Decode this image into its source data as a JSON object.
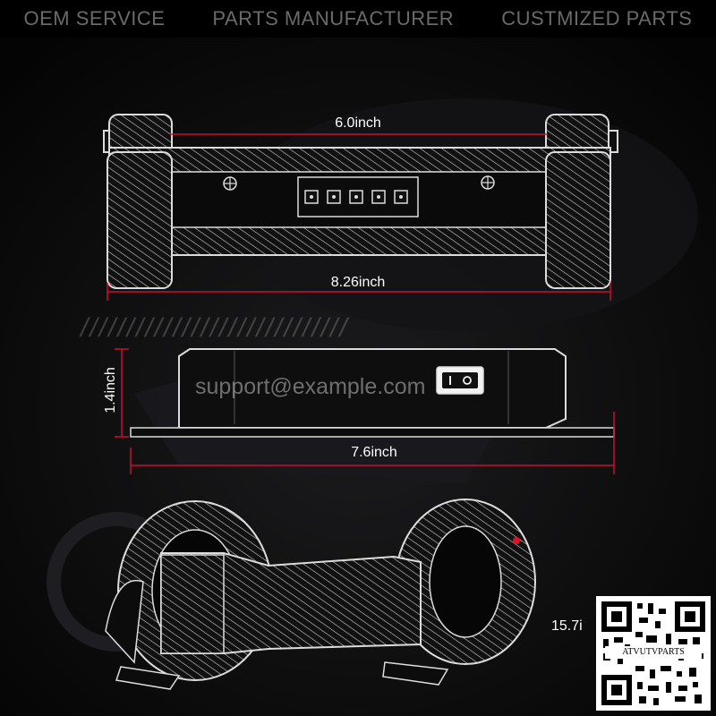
{
  "banner": {
    "items": [
      "OEM SERVICE",
      "PARTS MANUFACTURER",
      "CUSTMIZED PARTS"
    ]
  },
  "dimensions": {
    "top_inner_width": "6.0inch",
    "top_outer_width": "8.26inch",
    "side_height": "1.4inch",
    "side_length": "7.6inch",
    "strap_length_partial": "15.7i"
  },
  "watermark": {
    "email": "support@example.com",
    "qr_label": "ATVUTVPARTS"
  },
  "colors": {
    "background": "#000000",
    "outline": "#dcdcdc",
    "dimension_line": "#c8102e",
    "banner_text": "#6a6a6a"
  }
}
